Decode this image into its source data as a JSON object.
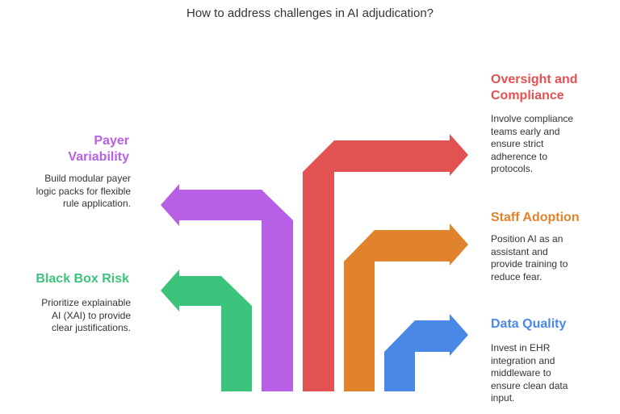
{
  "title": "How to address challenges in AI adjudication?",
  "items": [
    {
      "id": "black-box-risk",
      "title": "Black Box Risk",
      "description": "Prioritize explainable AI (XAI) to provide clear justifications.",
      "color": "#3cc47c",
      "side": "left"
    },
    {
      "id": "payer-variability",
      "title": "Payer Variability",
      "description": "Build modular payer logic packs for flexible rule application.",
      "color": "#b760e6",
      "side": "left"
    },
    {
      "id": "oversight-and-compliance",
      "title": "Oversight and Compliance",
      "description": "Involve compliance teams early and ensure strict adherence to protocols.",
      "color": "#e35252",
      "side": "right"
    },
    {
      "id": "staff-adoption",
      "title": "Staff Adoption",
      "description": "Position AI as an assistant and provide training to reduce fear.",
      "color": "#e0832c",
      "side": "right"
    },
    {
      "id": "data-quality",
      "title": "Data Quality",
      "description": "Invest in EHR integration and middleware to ensure clean data input.",
      "color": "#4a88e8",
      "side": "right"
    }
  ]
}
